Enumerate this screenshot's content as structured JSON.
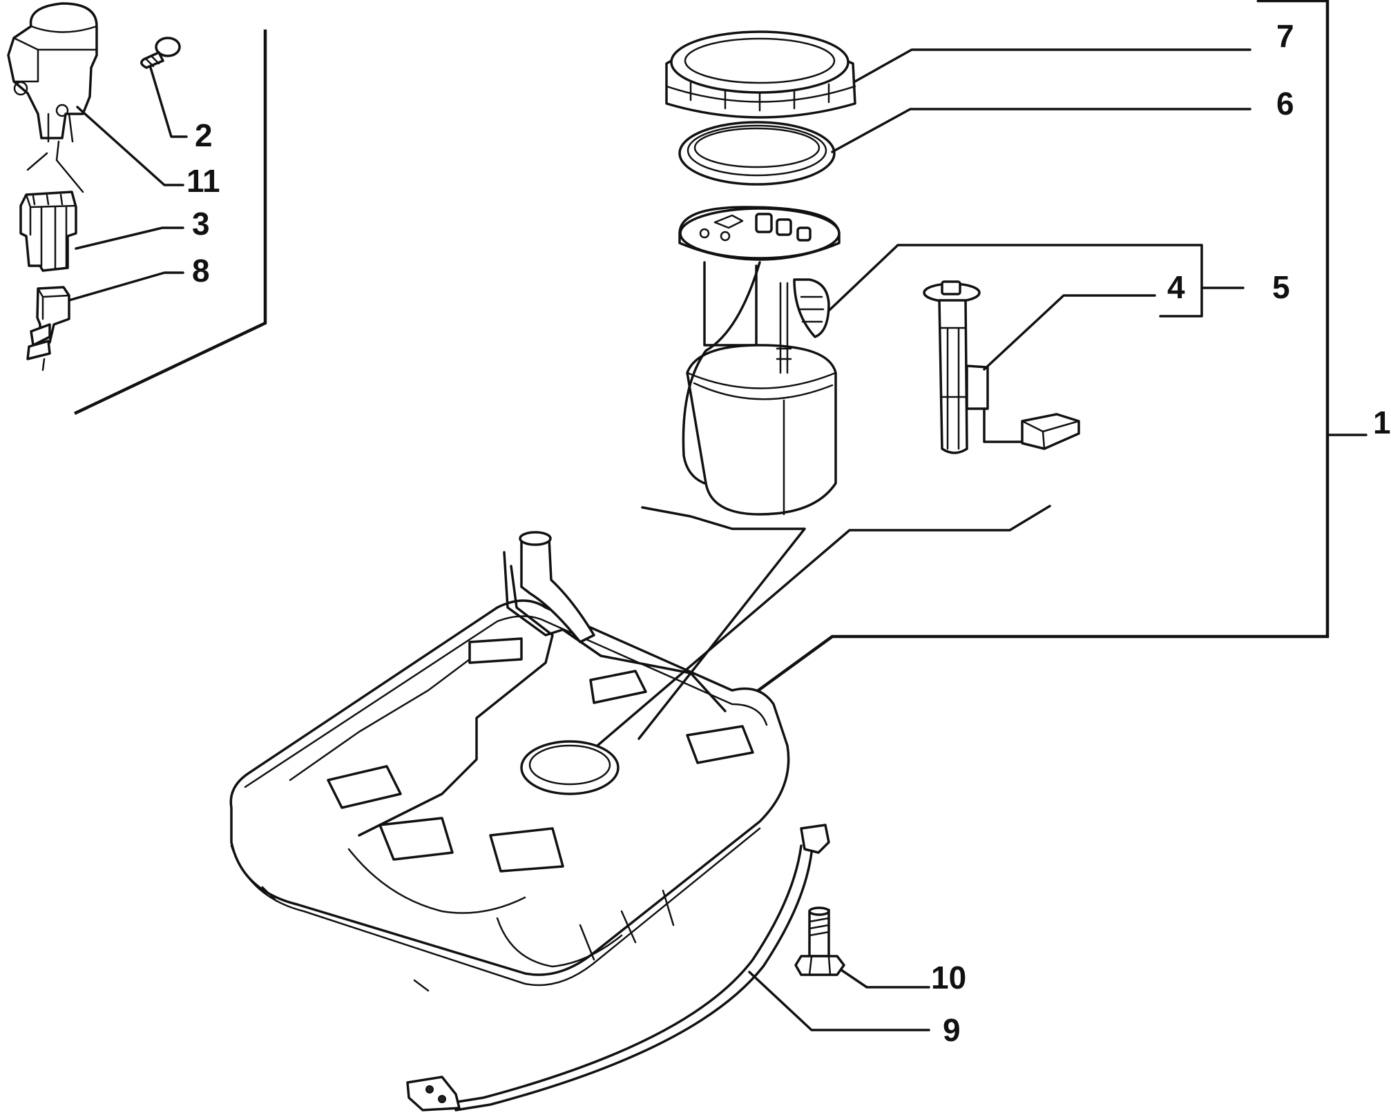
{
  "diagram": {
    "callouts": {
      "c1": "1",
      "c2": "2",
      "c3": "3",
      "c4": "4",
      "c5": "5",
      "c6": "6",
      "c7": "7",
      "c8": "8",
      "c9": "9",
      "c10": "10",
      "c11": "11"
    },
    "parts": [
      "fuel-tank",
      "fuel-pump-module",
      "fuel-level-sender",
      "lock-ring",
      "seal-ring",
      "inertia-switch",
      "connector",
      "clip",
      "screw",
      "tank-strap",
      "bolt"
    ]
  }
}
